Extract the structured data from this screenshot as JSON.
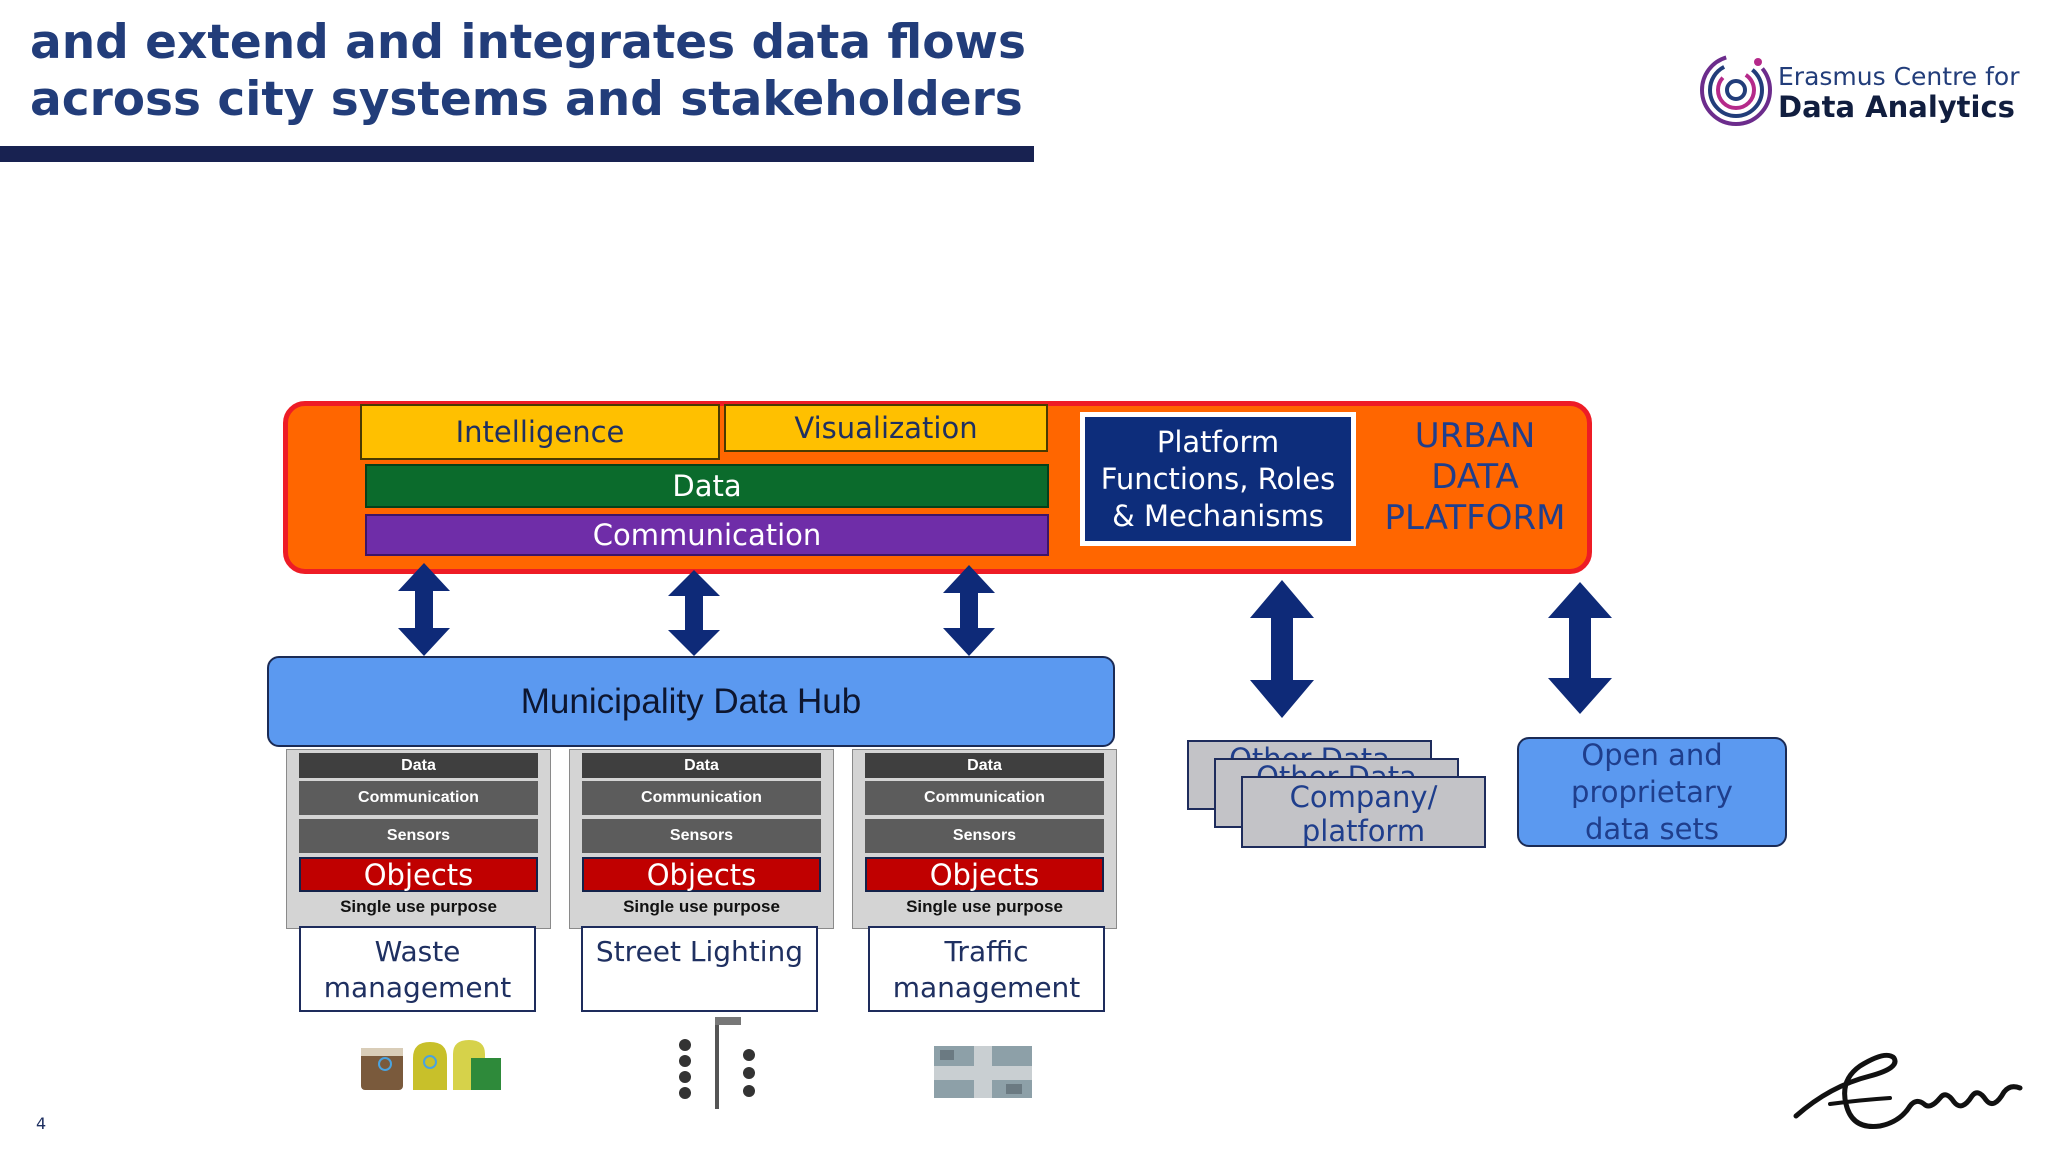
{
  "title": {
    "line1": "and extend and integrates data flows",
    "line2": "across city systems and stakeholders"
  },
  "logo": {
    "line1": "Erasmus Centre for",
    "line2": "Data Analytics",
    "icon": "concentric-circles-logo-icon"
  },
  "urban_platform": {
    "layers": {
      "intelligence": "Intelligence",
      "visualization": "Visualization",
      "data": "Data",
      "communication": "Communication"
    },
    "platform_functions": {
      "line1": "Platform",
      "line2": "Functions, Roles",
      "line3": "& Mechanisms"
    },
    "label": {
      "line1": "URBAN",
      "line2": "DATA",
      "line3": "PLATFORM"
    }
  },
  "hub": {
    "label": "Municipality Data Hub"
  },
  "silos": [
    {
      "data": "Data",
      "communication": "Communication",
      "sensors": "Sensors",
      "objects": "Objects",
      "purpose": "Single use purpose",
      "name_line1": "Waste",
      "name_line2": "management"
    },
    {
      "data": "Data",
      "communication": "Communication",
      "sensors": "Sensors",
      "objects": "Objects",
      "purpose": "Single use purpose",
      "name_line1": "Street Lighting",
      "name_line2": ""
    },
    {
      "data": "Data",
      "communication": "Communication",
      "sensors": "Sensors",
      "objects": "Objects",
      "purpose": "Single use purpose",
      "name_line1": "Traffic",
      "name_line2": "management"
    }
  ],
  "other_data": {
    "back1": "Other Data",
    "back2": "Other Data",
    "front_line1": "Company/",
    "front_line2": "platform"
  },
  "open_data": {
    "line1": "Open and",
    "line2": "proprietary",
    "line3": "data sets"
  },
  "page_number": "4",
  "colors": {
    "title": "#223d7a",
    "platform_orange": "#ff6600",
    "platform_border": "#ee1c25",
    "intelligence": "#ffc000",
    "data_green": "#0b6b2c",
    "communication_purple": "#6f2da8",
    "platform_functions_navy": "#0d2d7b",
    "hub_blue": "#5b99f0",
    "objects_red": "#c00000",
    "arrow_navy": "#0e2a78"
  }
}
